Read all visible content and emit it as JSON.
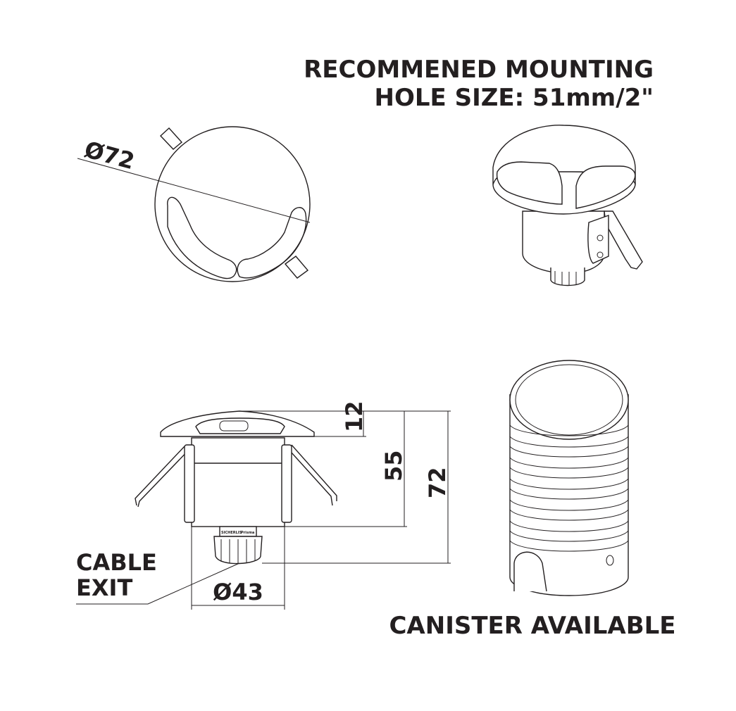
{
  "title": {
    "line1": "RECOMMENED MOUNTING",
    "line2": "HOLE SIZE: 51mm/2\""
  },
  "top_view": {
    "diameter_label": "Ø72"
  },
  "side_view": {
    "dim_cap_height": "12",
    "dim_body_height": "55",
    "dim_total_height": "72",
    "dim_body_diameter": "Ø43",
    "cable_exit_line1": "CABLE",
    "cable_exit_line2": "EXIT",
    "gland_text_left": "SICHERLIS",
    "gland_text_right": "Prisma"
  },
  "canister": {
    "label": "CANISTER AVAILABLE"
  },
  "colors": {
    "ink": "#231f20",
    "paper": "#ffffff"
  }
}
